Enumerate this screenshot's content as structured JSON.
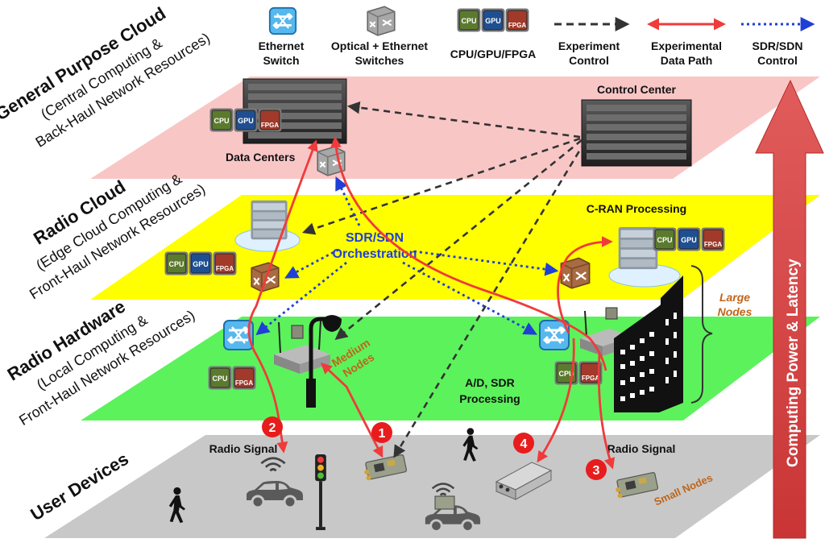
{
  "legend": {
    "ethernet_switch": [
      "Ethernet",
      "Switch"
    ],
    "optical_ethernet": [
      "Optical + Ethernet",
      "Switches"
    ],
    "cpu_gpu_fpga": "CPU/GPU/FPGA",
    "experiment_control": [
      "Experiment",
      "Control"
    ],
    "experimental_data_path": [
      "Experimental",
      "Data Path"
    ],
    "sdr_sdn_control": [
      "SDR/SDN",
      "Control"
    ]
  },
  "layers": {
    "general_cloud": {
      "title": "General Purpose Cloud",
      "sub1": "(Central Computing &",
      "sub2": "Back-Haul Network Resources)"
    },
    "radio_cloud": {
      "title": "Radio Cloud",
      "sub1": "(Edge Cloud Computing &",
      "sub2": "Front-Haul Network Resources)"
    },
    "radio_hardware": {
      "title": "Radio Hardware",
      "sub1": "(Local Computing &",
      "sub2": "Front-Haul Network Resources)"
    },
    "user_devices": {
      "title": "User Devices"
    }
  },
  "labels": {
    "control_center": "Control Center",
    "data_centers": "Data Centers",
    "cran_processing": "C-RAN Processing",
    "orchestration": [
      "SDR/SDN",
      "Orchestration"
    ],
    "medium_nodes": [
      "Medium",
      "Nodes"
    ],
    "large_nodes": [
      "Large",
      "Nodes"
    ],
    "ad_sdr": [
      "A/D, SDR",
      "Processing"
    ],
    "radio_signal_left": "Radio Signal",
    "radio_signal_right": "Radio Signal",
    "small_nodes": "Small Nodes",
    "computing_axis": "Computing Power & Latency"
  },
  "chips": {
    "cpu": "CPU",
    "gpu": "GPU",
    "fpga": "FPGA"
  },
  "markers": [
    "1",
    "2",
    "3",
    "4"
  ],
  "colors": {
    "pink_layer": "#f9c6c6",
    "yellow_layer": "#ffff00",
    "green_layer": "#5cf25c",
    "gray_layer": "#c8c8c8",
    "red_path": "#ef3b3b",
    "blue_sdn": "#1f3fd6",
    "dark_control": "#333333",
    "orange_text": "#c0651a",
    "arrow_red": "#d84040"
  }
}
